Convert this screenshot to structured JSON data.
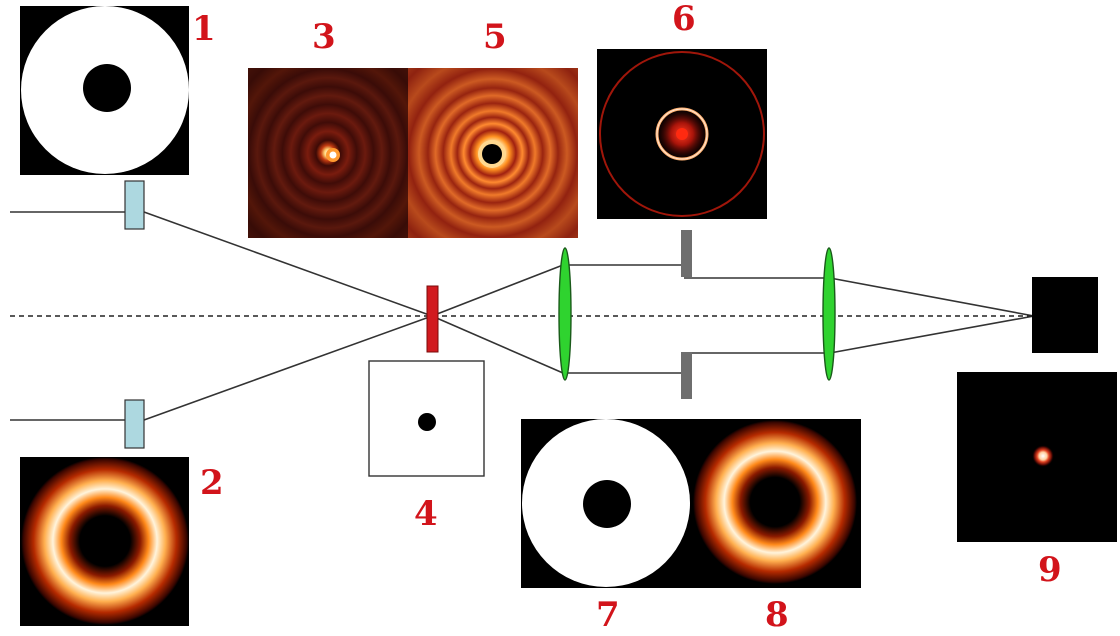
{
  "labels": {
    "l1": "1",
    "l2": "2",
    "l3": "3",
    "l4": "4",
    "l5": "5",
    "l6": "6",
    "l7": "7",
    "l8": "8",
    "l9": "9"
  },
  "colors": {
    "beam_line": "#333333",
    "axis_line": "#222222",
    "phase_element": "#add8e0",
    "sample": "#d11a1f",
    "lens": "#2fd32f",
    "aperture": "#6e6e6e",
    "label": "#d2141b",
    "panel_dark": "#000000",
    "ring_glow": "#ffb060"
  }
}
